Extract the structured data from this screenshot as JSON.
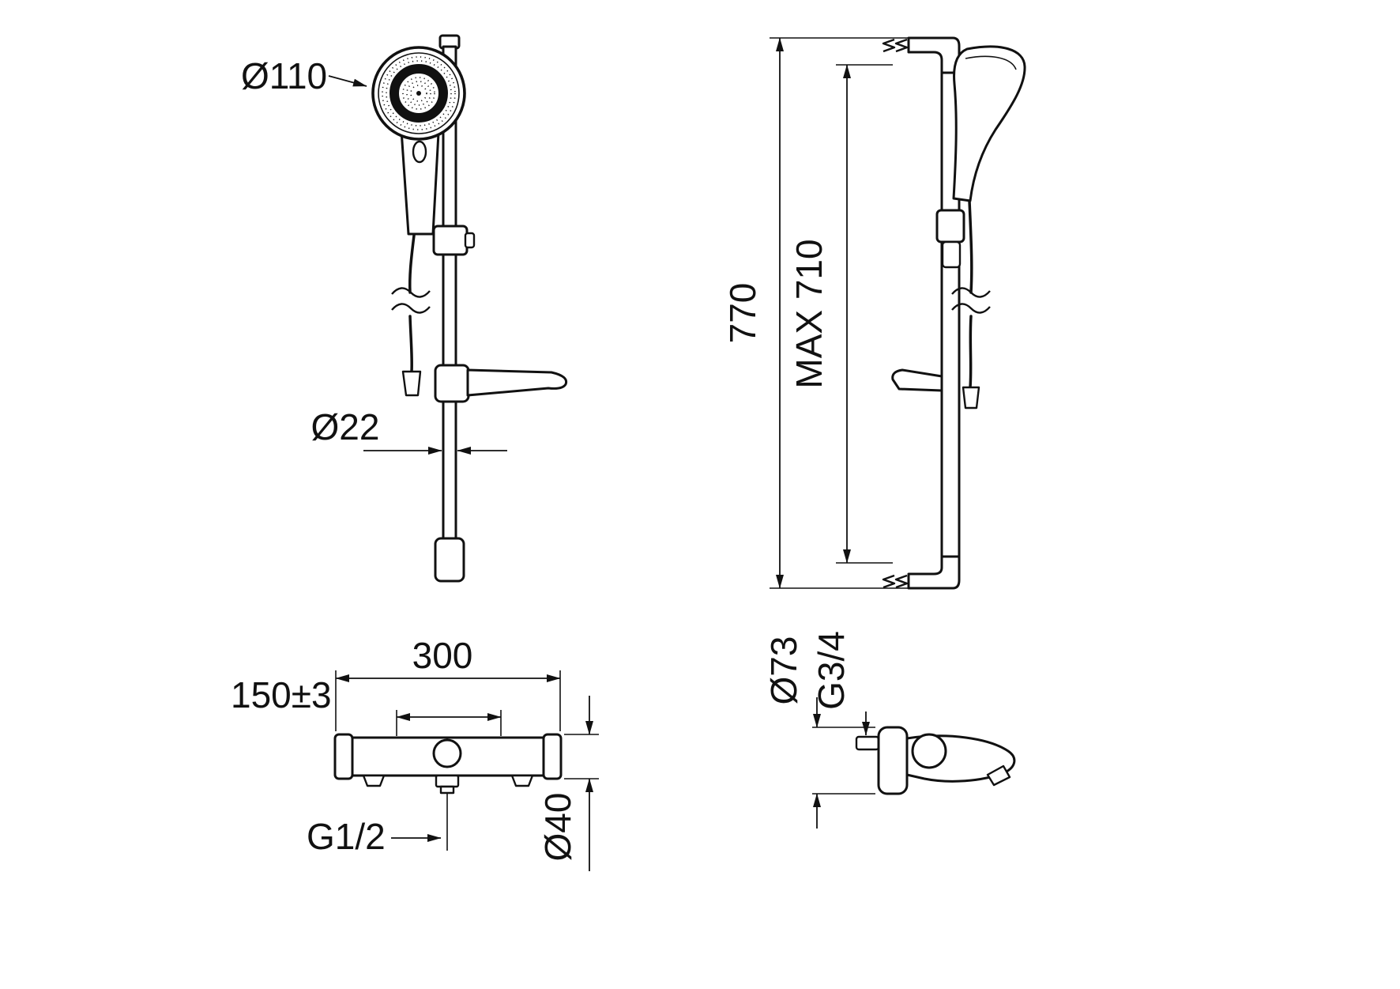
{
  "page": {
    "background": "#ffffff",
    "line_color": "#111111",
    "type": "technical-dimension-drawing"
  },
  "views": {
    "shower_front": {
      "labels": {
        "head_diameter": "Ø110",
        "rail_diameter": "Ø22"
      }
    },
    "shower_side": {
      "labels": {
        "overall_height": "770",
        "max_height": "MAX 710"
      }
    },
    "mixer_front": {
      "labels": {
        "body_width": "300",
        "connection_spacing": "150±3",
        "outlet_thread": "G1/2",
        "body_diameter": "Ø40"
      }
    },
    "mixer_side": {
      "labels": {
        "flange_diameter": "Ø73",
        "inlet_thread": "G3/4"
      }
    }
  }
}
